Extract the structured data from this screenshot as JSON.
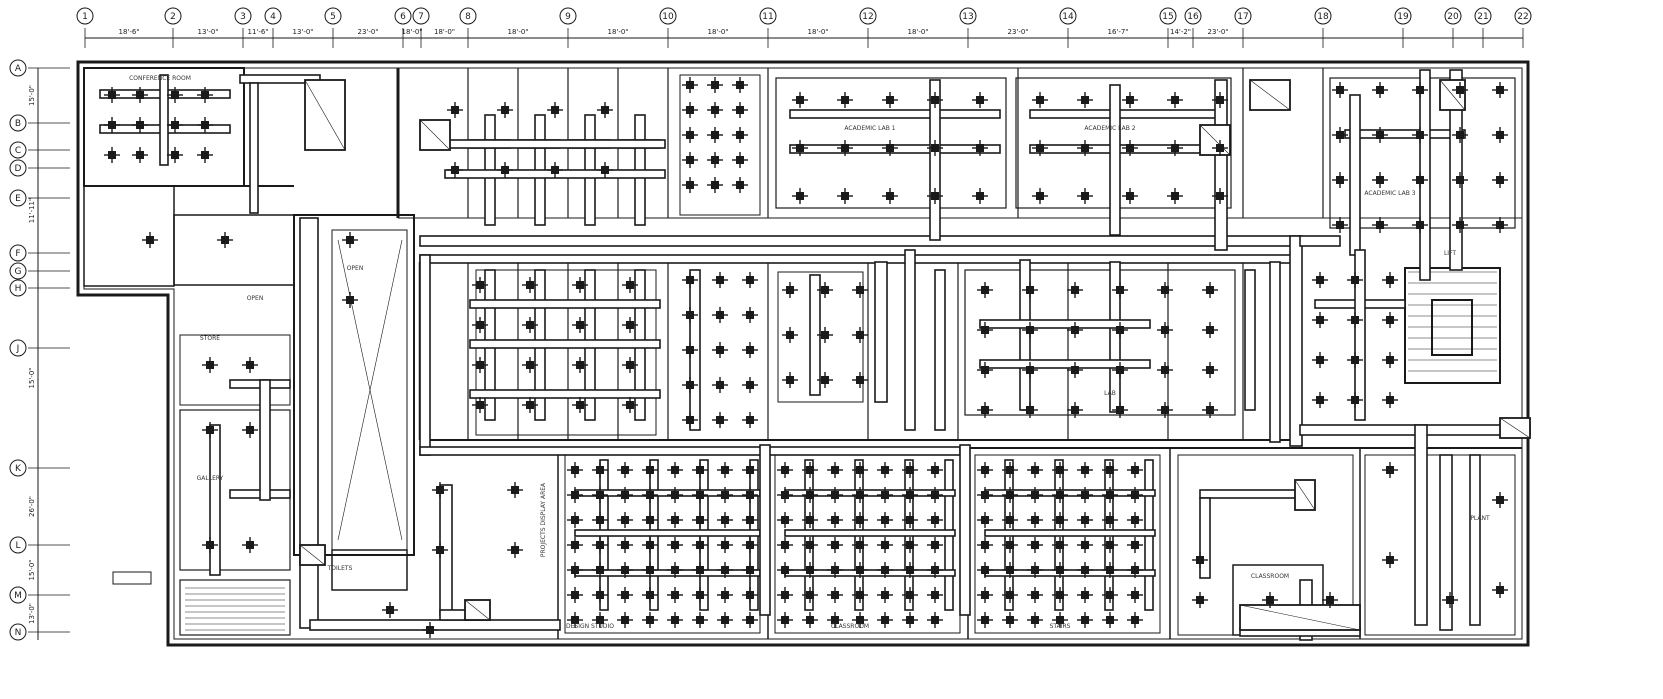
{
  "drawing": {
    "kind": "HVAC floor plan – ductwork layout",
    "line_color": "#1a1a1a",
    "paper_color": "#ffffff"
  },
  "grid": {
    "columns": [
      "1",
      "2",
      "3",
      "4",
      "5",
      "6",
      "7",
      "8",
      "9",
      "10",
      "11",
      "12",
      "13",
      "14",
      "15",
      "16",
      "17",
      "18",
      "19",
      "20",
      "21",
      "22"
    ],
    "rows": [
      "A",
      "B",
      "C",
      "D",
      "E",
      "F",
      "G",
      "H",
      "J",
      "K",
      "L",
      "M",
      "N"
    ],
    "column_dimensions": [
      "18'-6\"",
      "13'-0\"",
      "11'-6\"",
      "13'-0\"",
      "23'-0\"",
      "18'-0\"",
      "18'-0\"",
      "18'-0\"",
      "18'-0\"",
      "18'-0\"",
      "18'-0\"",
      "18'-0\"",
      "23'-0\"",
      "16'-7\"",
      "14'-2\"",
      "23'-0\""
    ],
    "row_dimensions": [
      "15'-0\"",
      "11'-11\"",
      "15'-0\"",
      "26'-0\"",
      "15'-0\"",
      "13'-0\""
    ]
  },
  "rooms": [
    "CONFERENCE ROOM",
    "OPEN",
    "ACADEMIC LAB 1",
    "ACADEMIC LAB 2",
    "ACADEMIC LAB 3",
    "PROJECTS DISPLAY AREA",
    "DESIGN STUDIO",
    "CLASSROOM",
    "STAIRS",
    "LIFT",
    "TOILETS",
    "OPEN",
    "GALLERY",
    "PLANT",
    "CLASSROOM",
    "LAB",
    "STORE"
  ]
}
